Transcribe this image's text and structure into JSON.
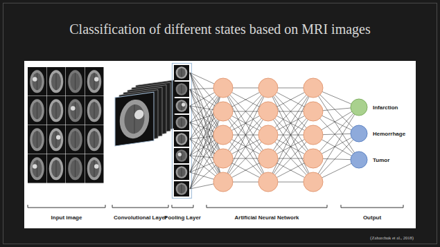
{
  "diagram": {
    "title": "Classification of different states based on MRI images",
    "nodes": [
      {
        "text": [
          "Infarction"
        ]
      },
      {
        "text": [
          "Hemorrhage"
        ]
      },
      {
        "text": [
          "Tumor"
        ]
      }
    ],
    "labels": [
      "Input image",
      "Convolutional Layer",
      "Pooling Layer",
      "Artificial Neural Network",
      "Output",
      "(Zaharchuk et al., 2018)"
    ]
  }
}
